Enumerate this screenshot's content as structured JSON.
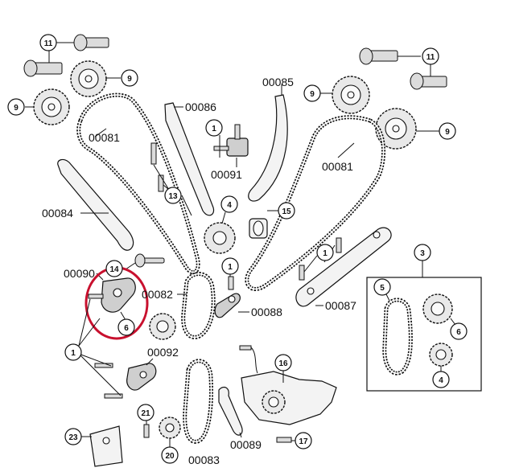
{
  "labels": {
    "chain_left": "00081",
    "chain_right": "00081",
    "tensioner_arm_right": "00085",
    "guide_center": "00086",
    "guide_left": "00084",
    "tensioner_small": "00091",
    "tensioner_left": "00090",
    "chain_middle": "00082",
    "tensioner_bottom": "00088",
    "guide_bottom_right": "00087",
    "tensioner_bottom_left": "00092",
    "chain_bottom": "00083",
    "guide_bottom": "00089"
  },
  "callouts": {
    "c11_left": "11",
    "c11_right": "11",
    "c9_left_top": "9",
    "c9_left": "9",
    "c9_right_top": "9",
    "c9_right": "9",
    "c1_top": "1",
    "c13": "13",
    "c4_center": "4",
    "c15": "15",
    "c1_center": "1",
    "c1_right": "1",
    "c14": "14",
    "c6_left": "6",
    "c1_left": "1",
    "c3": "3",
    "c5": "5",
    "c6_right": "6",
    "c4_right": "4",
    "c16": "16",
    "c21": "21",
    "c23": "23",
    "c20": "20",
    "c17": "17"
  },
  "colors": {
    "highlight": "#c8102e",
    "line": "#111111"
  }
}
